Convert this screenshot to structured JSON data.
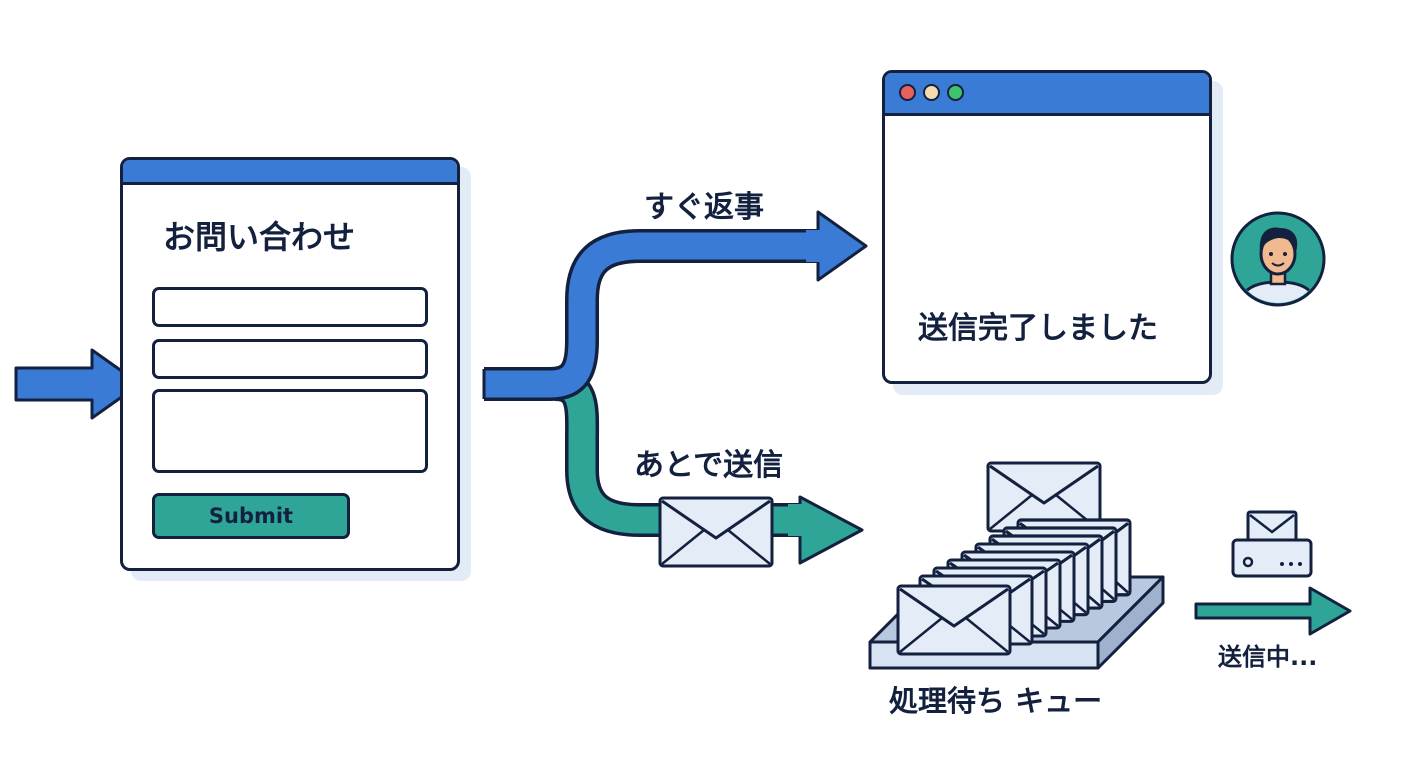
{
  "form": {
    "title": "お問い合わせ",
    "submit_label": "Submit"
  },
  "paths": {
    "immediate_label": "すぐ返事",
    "later_label": "あとで送信"
  },
  "success_window": {
    "message": "送信完了しました"
  },
  "queue": {
    "label": "処理待ち キュー"
  },
  "sending": {
    "label": "送信中..."
  },
  "colors": {
    "blue": "#3a7bd5",
    "teal": "#2fa598",
    "navy": "#13213f",
    "green": "#3ec46d",
    "envelope": "#e4ecf7"
  }
}
